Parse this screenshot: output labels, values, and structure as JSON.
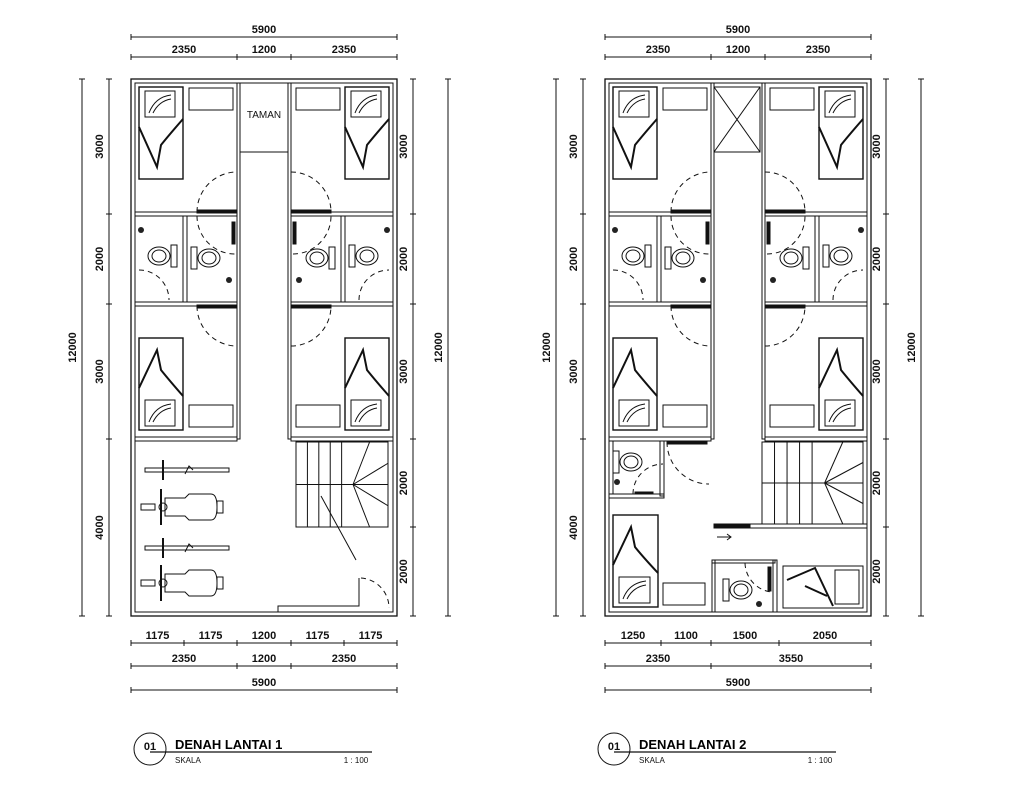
{
  "plans": [
    {
      "number": "01",
      "title": "DENAH LANTAI 1",
      "scale_label": "SKALA",
      "scale": "1 : 100",
      "room_label": "TAMAN",
      "top_total": "5900",
      "top_dims": [
        "2350",
        "1200",
        "2350"
      ],
      "left_total": "12000",
      "left_dims": [
        "3000",
        "2000",
        "3000",
        "4000"
      ],
      "right_total": "12000",
      "right_dims": [
        "3000",
        "2000",
        "3000",
        "2000",
        "2000"
      ],
      "bottom_row1": [
        "1175",
        "1175",
        "1200",
        "1175",
        "1175"
      ],
      "bottom_row2": [
        "2350",
        "1200",
        "2350"
      ],
      "bottom_total": "5900"
    },
    {
      "number": "01",
      "title": "DENAH LANTAI 2",
      "scale_label": "SKALA",
      "scale": "1 : 100",
      "top_total": "5900",
      "top_dims": [
        "2350",
        "1200",
        "2350"
      ],
      "left_total": "12000",
      "left_dims": [
        "3000",
        "2000",
        "3000",
        "4000"
      ],
      "right_total": "12000",
      "right_dims": [
        "3000",
        "2000",
        "3000",
        "2000",
        "2000"
      ],
      "bottom_row1": [
        "1250",
        "1100",
        "1500",
        "2050"
      ],
      "bottom_row2": [
        "2350",
        "3550"
      ],
      "bottom_total": "5900"
    }
  ]
}
